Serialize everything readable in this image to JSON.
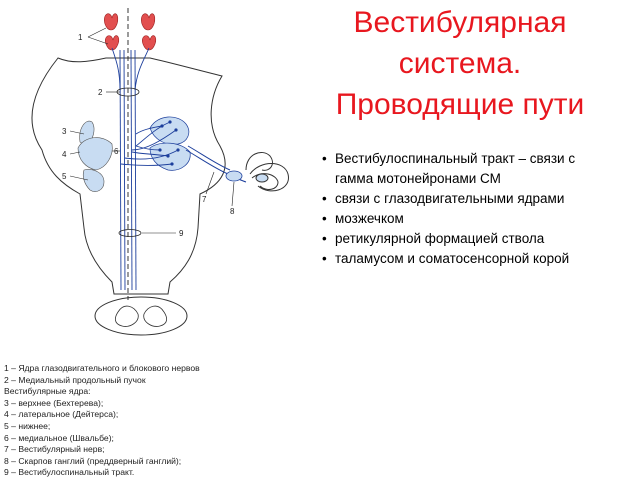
{
  "slide": {
    "title_lines": [
      "Вестибулярная",
      "система.",
      "Проводящие пути"
    ],
    "colors": {
      "title": "#e8171f",
      "pathway": "#1d3f9c",
      "nucleus_fill": "#c8dcf2",
      "oculomotor": "#e24f4f"
    }
  },
  "bullets": [
    {
      "line1": "Вестибулоспинальный тракт – связи с",
      "line2": "гамма мотонейронами СМ"
    },
    {
      "line1": "связи с глазодвигательными ядрами",
      "line2": ""
    },
    {
      "line1": "мозжечком",
      "line2": ""
    },
    {
      "line1": "ретикулярной формацией ствола",
      "line2": ""
    },
    {
      "line1": "таламусом и соматосенсорной корой",
      "line2": ""
    }
  ],
  "diagram": {
    "labels": [
      "1",
      "2",
      "3",
      "4",
      "5",
      "6",
      "7",
      "8",
      "9"
    ]
  },
  "legend": [
    "1 – Ядра глазодвигательного и блокового нервов",
    "2 – Медиальный продольный пучок",
    "Вестибулярные ядра:",
    "3 – верхнее (Бехтерева);",
    "4 – латеральное (Дейтерса);",
    "5 – нижнее;",
    "6 – медиальное (Швальбе);",
    "7 – Вестибулярный нерв;",
    "8 – Скарпов ганглий (преддверный ганглий);",
    "9 – Вестибулоспинальный тракт."
  ]
}
